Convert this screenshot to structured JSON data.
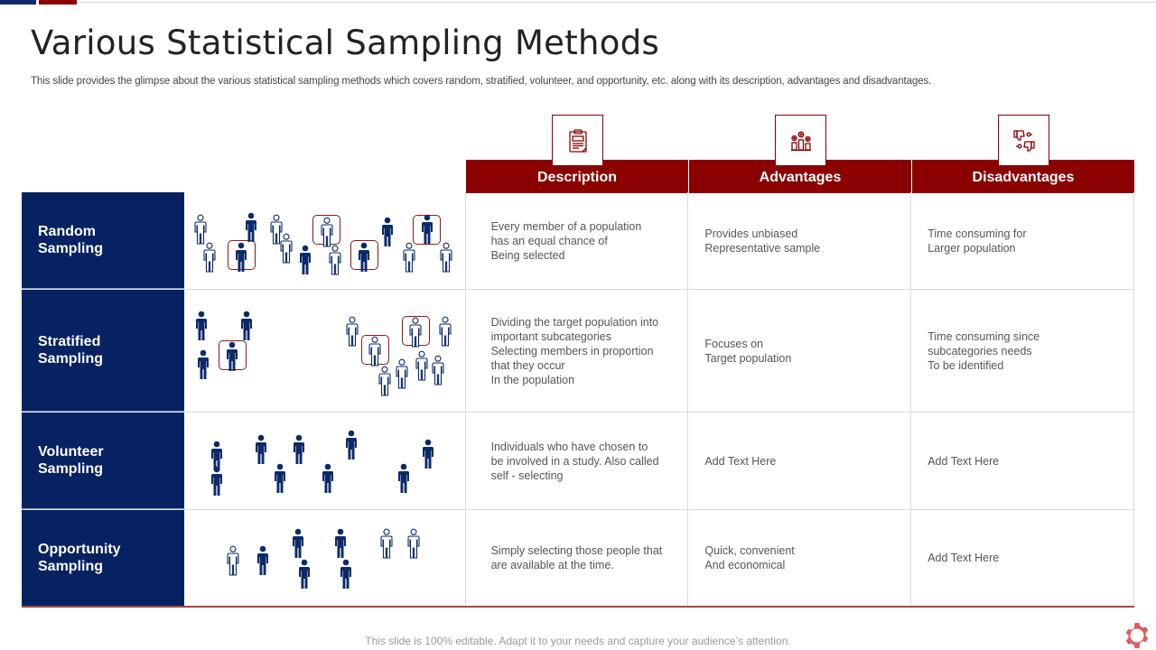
{
  "slide": {
    "title": "Various Statistical Sampling Methods",
    "subtitle": "This slide provides the glimpse about the various statistical sampling methods which covers random, stratified, volunteer, and opportunity, etc.  along with its description, advantages and disadvantages.",
    "footer": "This slide is 100% editable. Adapt it to your needs and capture your audience’s attention."
  },
  "colors": {
    "navy": "#062260",
    "maroon": "#8b0000",
    "person_fill": "#0b2a6a",
    "gear": "#e05a5a"
  },
  "header": {
    "columns": [
      {
        "label": "Description",
        "icon": "clipboard-icon"
      },
      {
        "label": "Advantages",
        "icon": "podium-target-icon"
      },
      {
        "label": "Disadvantages",
        "icon": "thumbs-down-icon"
      }
    ]
  },
  "rows": [
    {
      "label": "Random\nSampling",
      "description": "Every  member of a population\nhas an equal chance of\nBeing selected",
      "advantages": "Provides  unbiased\nRepresentative  sample",
      "disadvantages": "Time consuming for\nLarger  population"
    },
    {
      "label": "Stratified\nSampling",
      "description": "Dividing  the target population into\nimportant  subcategories\nSelecting members in proportion\nthat they occur\nIn the population",
      "advantages": "Focuses on\nTarget  population",
      "disadvantages": "Time consuming since\nsubcategories needs\n To be identified"
    },
    {
      "label": "Volunteer\nSampling",
      "description": "Individuals  who have  chosen to\nbe involved   in a study. Also called\nself - selecting",
      "advantages": "Add Text  Here",
      "disadvantages": "Add Text  Here"
    },
    {
      "label": "Opportunity\nSampling",
      "description": "Simply selecting those people that\nare available  at the time.",
      "advantages": "Quick, convenient\nAnd economical",
      "disadvantages": "Add Text  Here"
    }
  ]
}
